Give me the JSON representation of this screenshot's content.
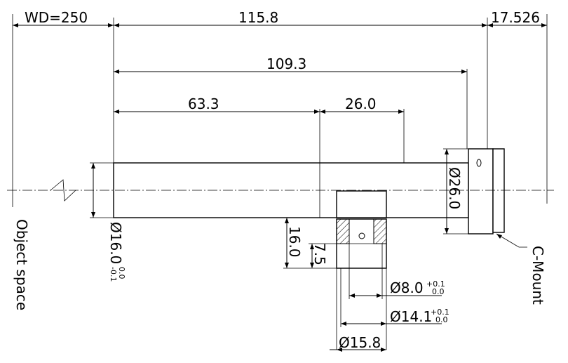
{
  "dimensions": {
    "working_distance": "WD=250",
    "total_length": "115.8",
    "flange_offset": "17.526",
    "body_length": "109.3",
    "front_to_port": "63.3",
    "port_to_rear": "26.0",
    "rear_diameter": "Ø26.0",
    "front_diameter": "Ø16.0",
    "front_tol_upper": "0.0",
    "front_tol_lower": "-0.1",
    "port_height": "16.0",
    "port_depth": "7.5",
    "port_inner_diameter": "Ø8.0",
    "port_inner_tol_upper": "+0.1",
    "port_inner_tol_lower": "0.0",
    "port_mid_diameter": "Ø14.1",
    "port_mid_tol_upper": "+0.1",
    "port_mid_tol_lower": "0.0",
    "port_outer_diameter": "Ø15.8"
  },
  "labels": {
    "object_space": "Object space",
    "mount": "C-Mount"
  },
  "colors": {
    "line": "#000000",
    "background": "#ffffff"
  }
}
